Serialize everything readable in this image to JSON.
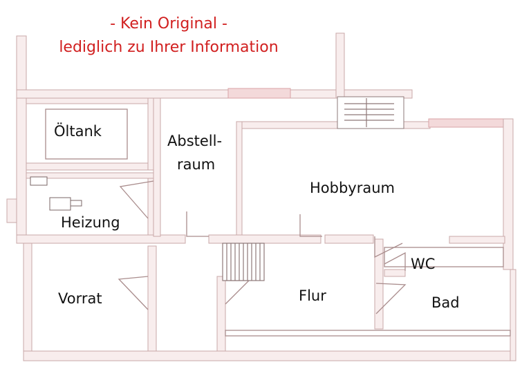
{
  "notice": {
    "line1": "- Kein Original -",
    "line2": "lediglich zu Ihrer Information",
    "color": "#d11f1f"
  },
  "rooms": {
    "oeltank": "Öltank",
    "abstell_line1": "Abstell-",
    "abstell_line2": "raum",
    "hobbyraum": "Hobbyraum",
    "heizung": "Heizung",
    "wc": "WC",
    "vorrat": "Vorrat",
    "flur": "Flur",
    "bad": "Bad"
  },
  "colors": {
    "wall_fill": "#f8eded",
    "wall_line": "#c9a8a8",
    "text": "#111111"
  }
}
